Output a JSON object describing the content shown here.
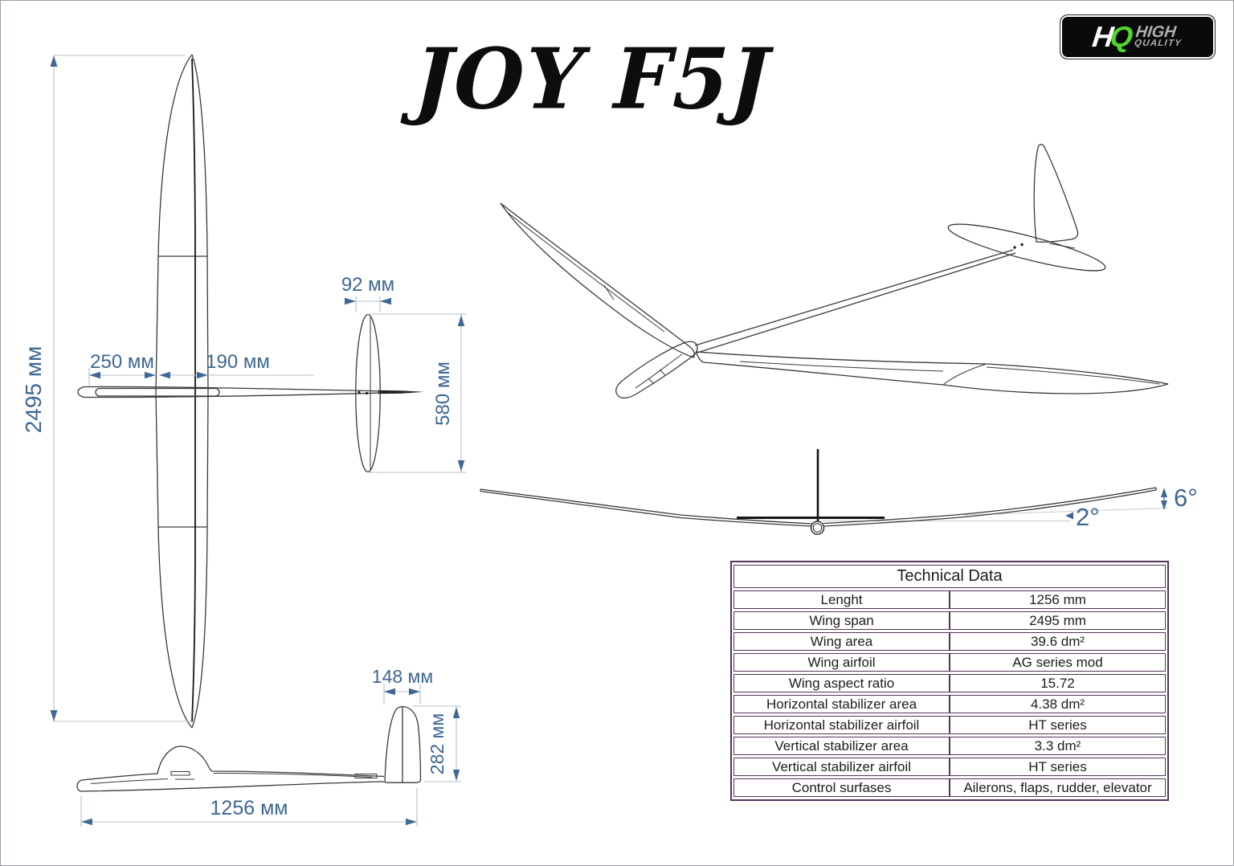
{
  "title": "JOY F5J",
  "logo": {
    "h": "H",
    "q": "Q",
    "line1": "HIGH",
    "line2": "QUALITY"
  },
  "dimensions": {
    "wing_span": "2495 мм",
    "nose_to_wing": "250 мм",
    "root_chord": "190 мм",
    "stab_chord": "92 мм",
    "stab_span": "580 мм",
    "fin_chord": "148 мм",
    "fin_height": "282 мм",
    "fuselage_length": "1256 мм",
    "tip_dihedral": "6°",
    "inner_dihedral": "2°"
  },
  "table": {
    "title": "Technical Data",
    "rows": [
      {
        "label": "Lenght",
        "value": "1256 mm"
      },
      {
        "label": "Wing span",
        "value": "2495 mm"
      },
      {
        "label": "Wing area",
        "value": "39.6 dm²"
      },
      {
        "label": "Wing airfoil",
        "value": "AG series mod"
      },
      {
        "label": "Wing aspect ratio",
        "value": "15.72"
      },
      {
        "label": "Horizontal stabilizer area",
        "value": "4.38 dm²"
      },
      {
        "label": "Horizontal stabilizer airfoil",
        "value": "HT series"
      },
      {
        "label": "Vertical stabilizer area",
        "value": "3.3 dm²"
      },
      {
        "label": "Vertical stabilizer airfoil",
        "value": "HT series"
      },
      {
        "label": "Control surfases",
        "value": "Ailerons, flaps, rudder, elevator"
      }
    ]
  },
  "colors": {
    "dimension_blue": "#3f6793",
    "table_border_purple": "#533558",
    "logo_green": "#52d62c"
  }
}
